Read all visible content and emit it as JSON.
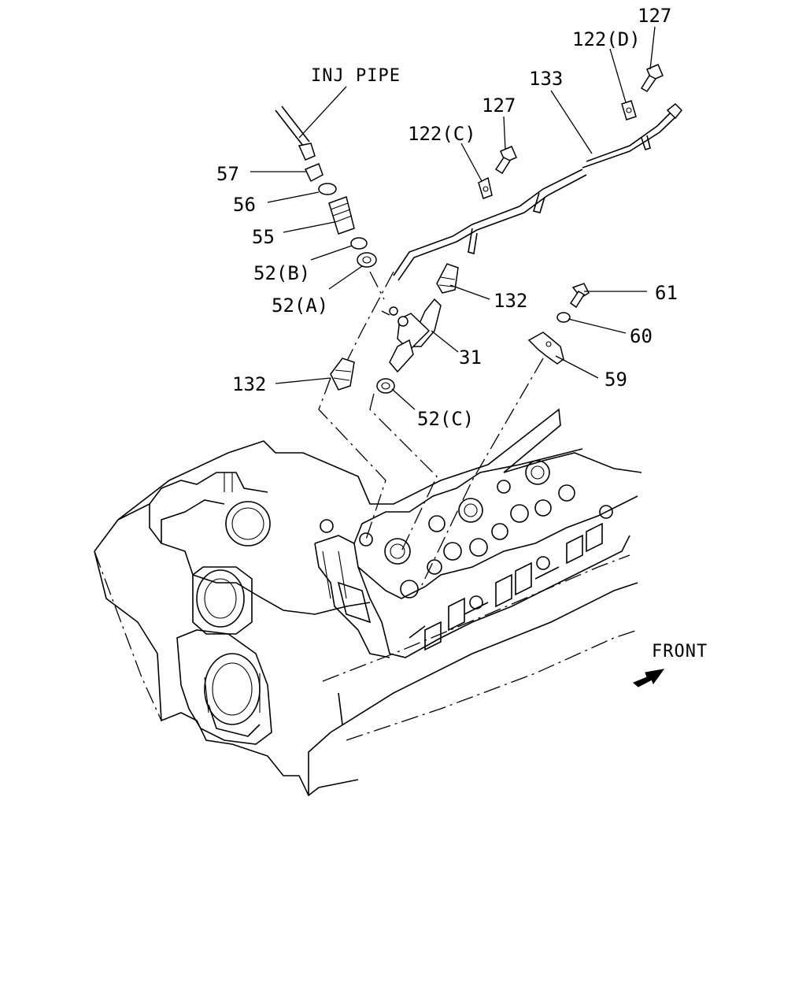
{
  "labels": {
    "inj_pipe": "INJ PIPE",
    "p57": "57",
    "p56": "56",
    "p55": "55",
    "p52b": "52(B)",
    "p52a": "52(A)",
    "p132_left": "132",
    "p132_right": "132",
    "p31": "31",
    "p52c": "52(C)",
    "p127_top": "127",
    "p122d": "122(D)",
    "p133": "133",
    "p127_mid": "127",
    "p122c": "122(C)",
    "p61": "61",
    "p60": "60",
    "p59": "59",
    "front": "FRONT"
  },
  "icons": {
    "front_arrow": "front-arrow-icon"
  }
}
